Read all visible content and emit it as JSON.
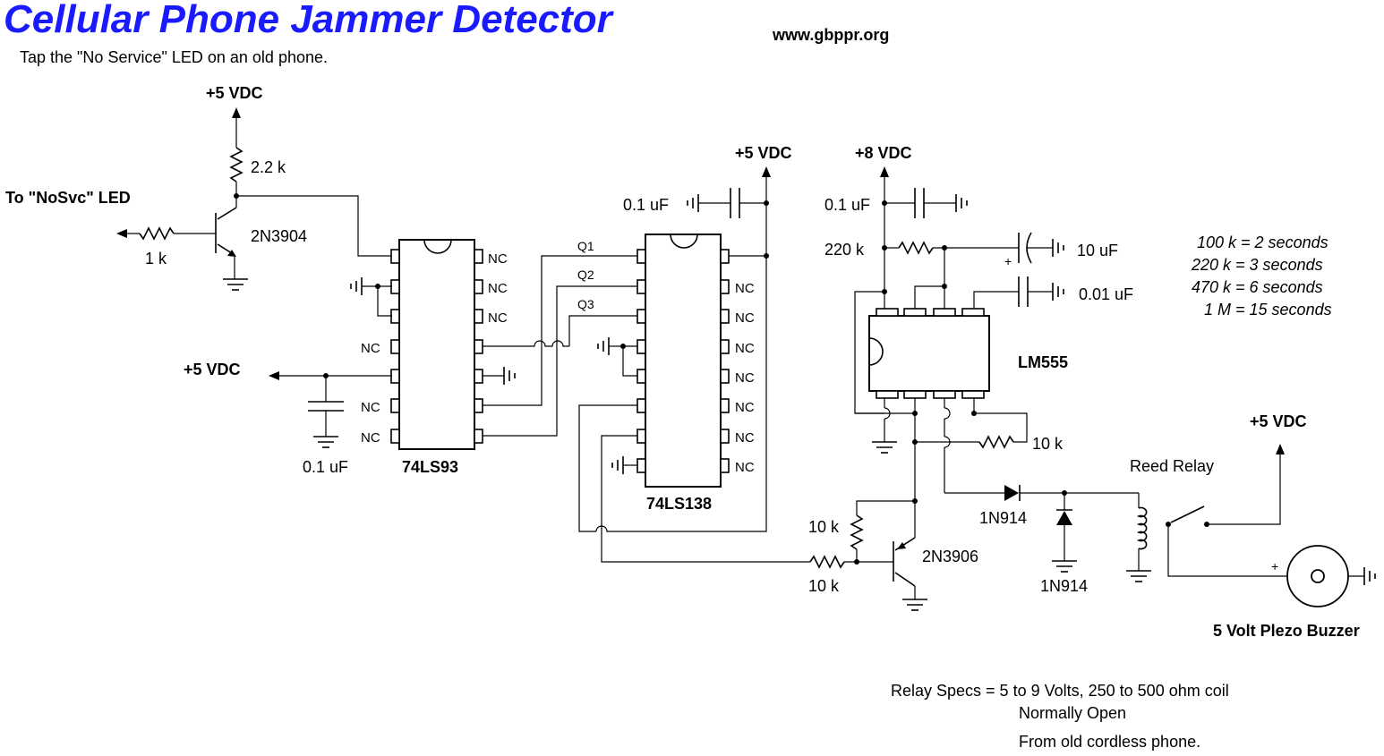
{
  "title": "Cellular Phone Jammer Detector",
  "website": "www.gbppr.org",
  "subtitle": "Tap the \"No Service\" LED on an old phone.",
  "labels": {
    "vcc5_top": "+5 VDC",
    "vcc5_mid": "+5 VDC",
    "vcc5_left": "+5 VDC",
    "vcc8": "+8 VDC",
    "vcc5_relay": "+5 VDC",
    "r_2k2": "2.2 k",
    "to_led": "To \"NoSvc\" LED",
    "r_1k": "1 k",
    "q_2n3904": "2N3904",
    "c_01_left": "0.1 uF",
    "ic_74ls93": "74LS93",
    "ic_74ls138": "74LS138",
    "c_01_mid": "0.1 uF",
    "q1": "Q1",
    "q2": "Q2",
    "q3": "Q3",
    "c_01_555": "0.1 uF",
    "r_220k": "220 k",
    "c_10uf": "10 uF",
    "c_001uf": "0.01 uF",
    "plus": "+",
    "ic_lm555": "LM555",
    "r_10k_555": "10 k",
    "r_10k_a": "10 k",
    "r_10k_b": "10 k",
    "q_2n3906": "2N3906",
    "d_1n914_a": "1N914",
    "d_1n914_b": "1N914",
    "reed_relay": "Reed Relay",
    "buzzer": "5 Volt Plezo Buzzer",
    "nc": "NC"
  },
  "timing_table": [
    "100 k = 2 seconds",
    "220 k = 3 seconds",
    "470 k = 6 seconds",
    "1 M = 15 seconds"
  ],
  "notes": [
    "Relay Specs = 5 to 9 Volts, 250 to 500 ohm coil",
    "Normally Open",
    "From old cordless phone."
  ],
  "colors": {
    "title": "#1a1aff",
    "ink": "#000000",
    "background": "#ffffff"
  }
}
